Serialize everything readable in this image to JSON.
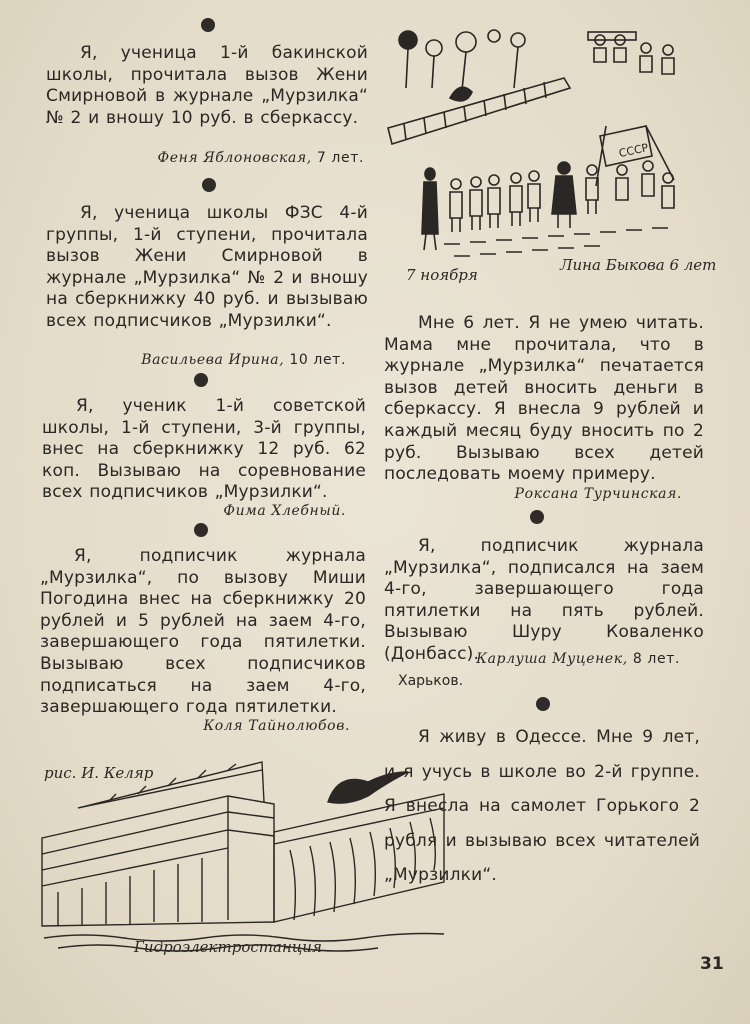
{
  "page": {
    "number": "31"
  },
  "letters_left": [
    {
      "text": "Я, ученица 1-й бакинской школы, прочитала вызов Жени Смирновой в журнале „Мурзилка“ № 2 и вношу 10 руб. в сберкассу.",
      "name": "Феня Яблоновская,",
      "age": "7 лет."
    },
    {
      "text": "Я, ученица школы ФЗС 4-й группы, 1-й ступени, прочитала вызов Жени Смирновой в журнале „Мурзилка“ № 2 и вношу на сберкнижку 40 руб. и вызываю всех подписчиков „Мурзилки“.",
      "name": "Васильева Ирина,",
      "age": "10 лет."
    },
    {
      "text": "Я, ученик 1-й советской школы, 1-й ступени, 3-й группы, внес на сберкнижку 12 руб. 62 коп. Вызываю на соревнование всех подписчиков „Мурзилки“.",
      "name": "Фима Хлебный.",
      "age": ""
    },
    {
      "text": "Я, подписчик журнала „Мурзилка“, по вызову Миши Погодина внес на сберкнижку 20 рублей и 5 рублей на заем 4-го, завершающего года пятилетки. Вызываю всех подписчиков подписаться на заем 4-го, завершающего года пятилетки.",
      "name": "Коля Тайнолюбов.",
      "age": ""
    }
  ],
  "letters_right": [
    {
      "text": "Мне 6 лет. Я не умею читать. Мама мне прочитала, что в журнале „Мурзилка“ печатается вызов детей вносить деньги в сберкассу. Я внесла 9 рублей и каждый месяц буду вносить по 2 руб. Вызываю всех детей последовать моему примеру.",
      "name": "Роксана Турчинская.",
      "age": ""
    },
    {
      "text": "Я, подписчик журнала „Мурзилка“, подписался на заем 4-го, завершающего года пятилетки на пять рублей. Вызываю Шуру Коваленко (Донбасс).",
      "name": "Карлуша Муценек,",
      "age": "8 лет.",
      "city": "Харьков."
    },
    {
      "text": "Я живу в Одессе. Мне 9 лет, и я учусь в школе во 2-й группе. Я внесла на самолет Горького 2 рубля и вызываю всех читателей „Мурзилки“.",
      "name": "",
      "age": ""
    }
  ],
  "top_drawing": {
    "flag": "СССР",
    "date": "7 ноября",
    "author": "Лина Быкова 6 лет"
  },
  "bottom_drawing": {
    "credit": "рис. И. Келяр",
    "caption": "Гидроэлектростанция"
  },
  "colors": {
    "ink": "#2a2724",
    "paper": "#e6dfce"
  }
}
